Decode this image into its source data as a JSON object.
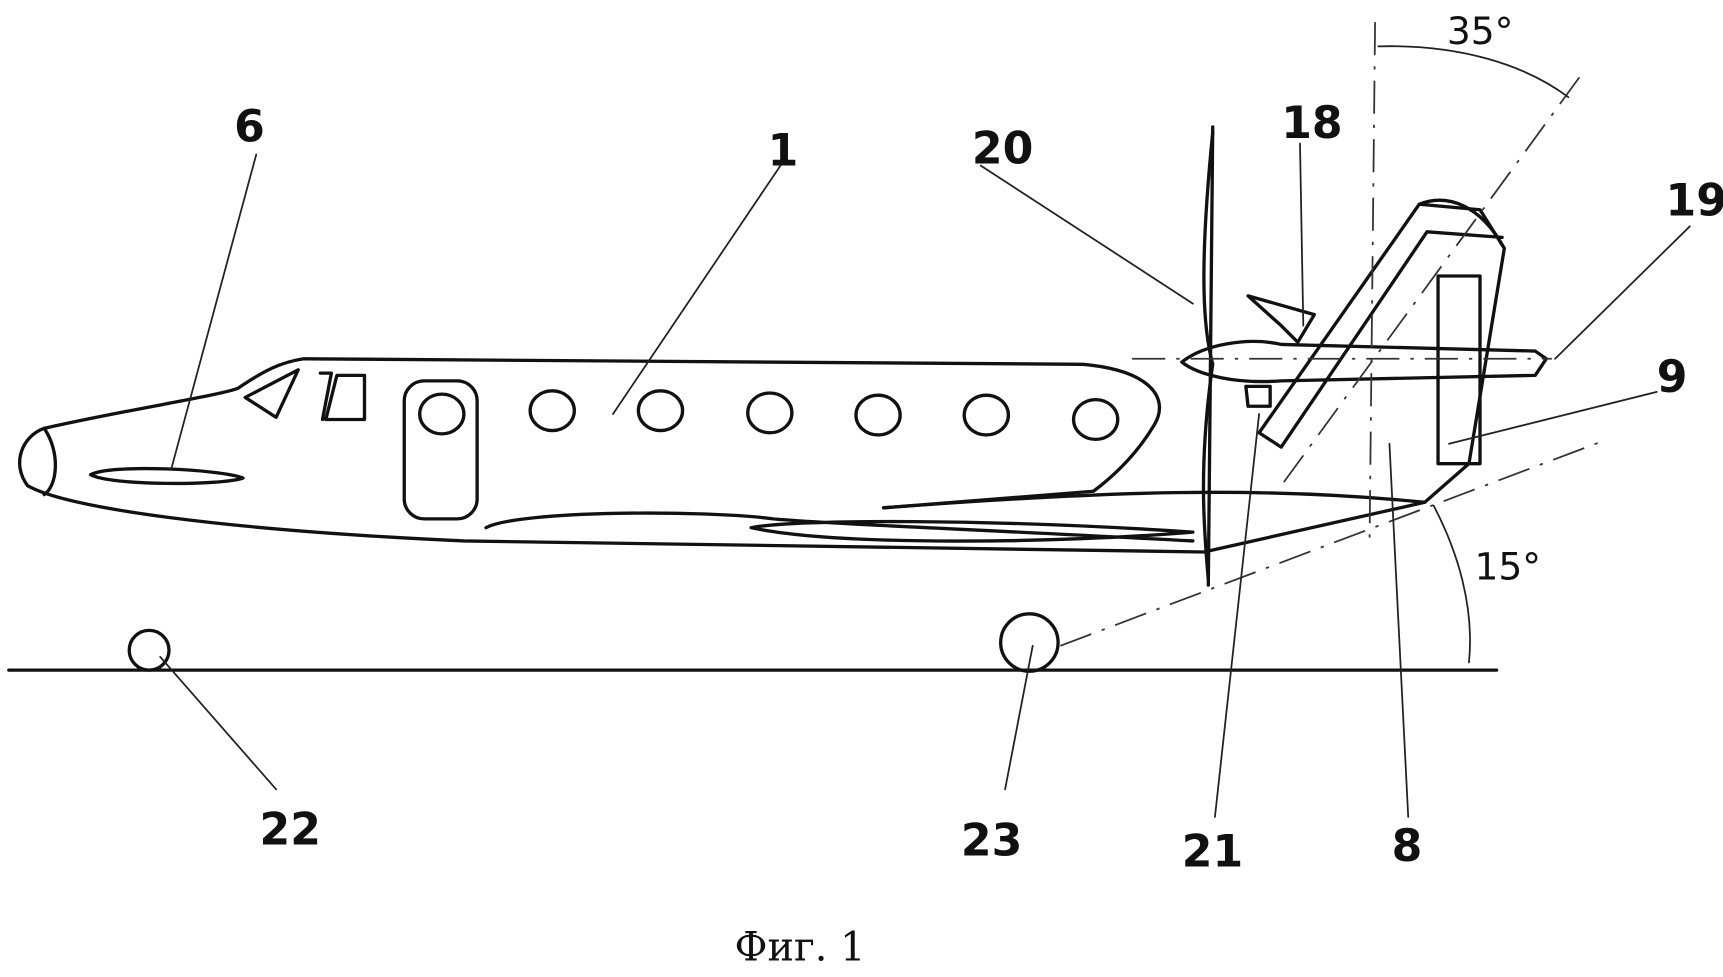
{
  "figure": {
    "caption": "Фиг. 1",
    "labels": {
      "nose_sensor": "6",
      "fuselage": "1",
      "propeller": "20",
      "engine": "18",
      "engine_exhaust": "19",
      "rudder": "9",
      "fin": "8",
      "fin_root": "21",
      "nose_wheel": "22",
      "main_wheel": "23"
    },
    "angles": {
      "fin_sweep": "35°",
      "boom_incline": "15°"
    }
  }
}
